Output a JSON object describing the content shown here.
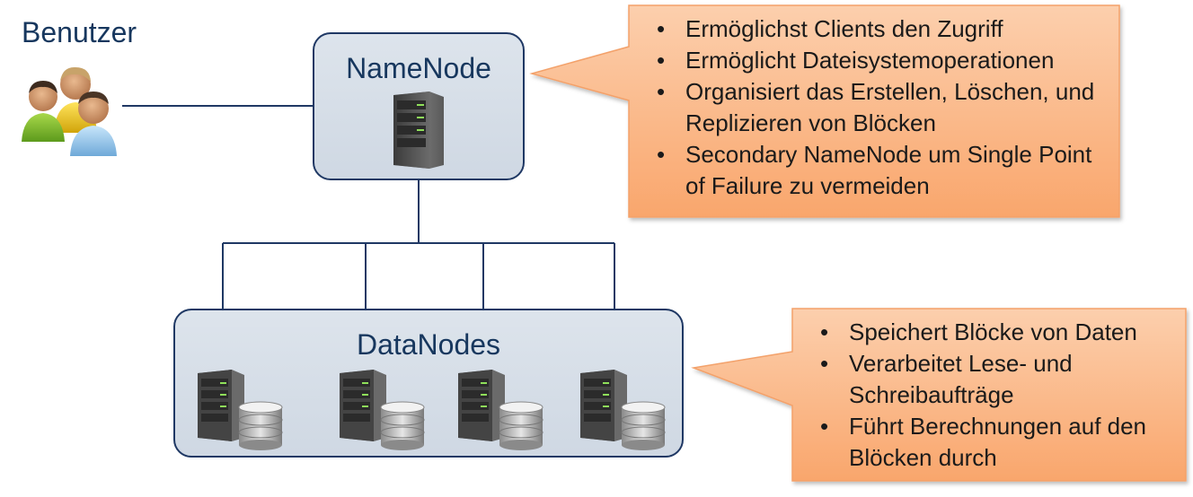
{
  "benutzer": {
    "label": "Benutzer"
  },
  "namenode": {
    "title": "NameNode"
  },
  "datanodes": {
    "title": "DataNodes"
  },
  "callout_namenode": {
    "items": [
      "Ermöglichst Clients den Zugriff",
      "Ermöglicht Dateisystemoperationen",
      "Organisiert das Erstellen, Löschen, und Replizieren von Blöcken",
      "Secondary NameNode um Single Point of Failure zu vermeiden"
    ]
  },
  "callout_datanodes": {
    "items": [
      "Speichert Blöcke von Daten",
      "Verarbeitet Lese- und Schreibaufträge",
      "Führt Berechnungen auf den Blöcken durch"
    ]
  },
  "colors": {
    "title_text": "#17375e",
    "box_border": "#1f3864",
    "box_fill": "#d6dee8",
    "callout_fill": "#fbb58c",
    "callout_border": "#f79646",
    "line": "#1f3864"
  },
  "icons": {
    "users": "users-group-icon",
    "server": "server-icon",
    "database": "database-icon"
  }
}
